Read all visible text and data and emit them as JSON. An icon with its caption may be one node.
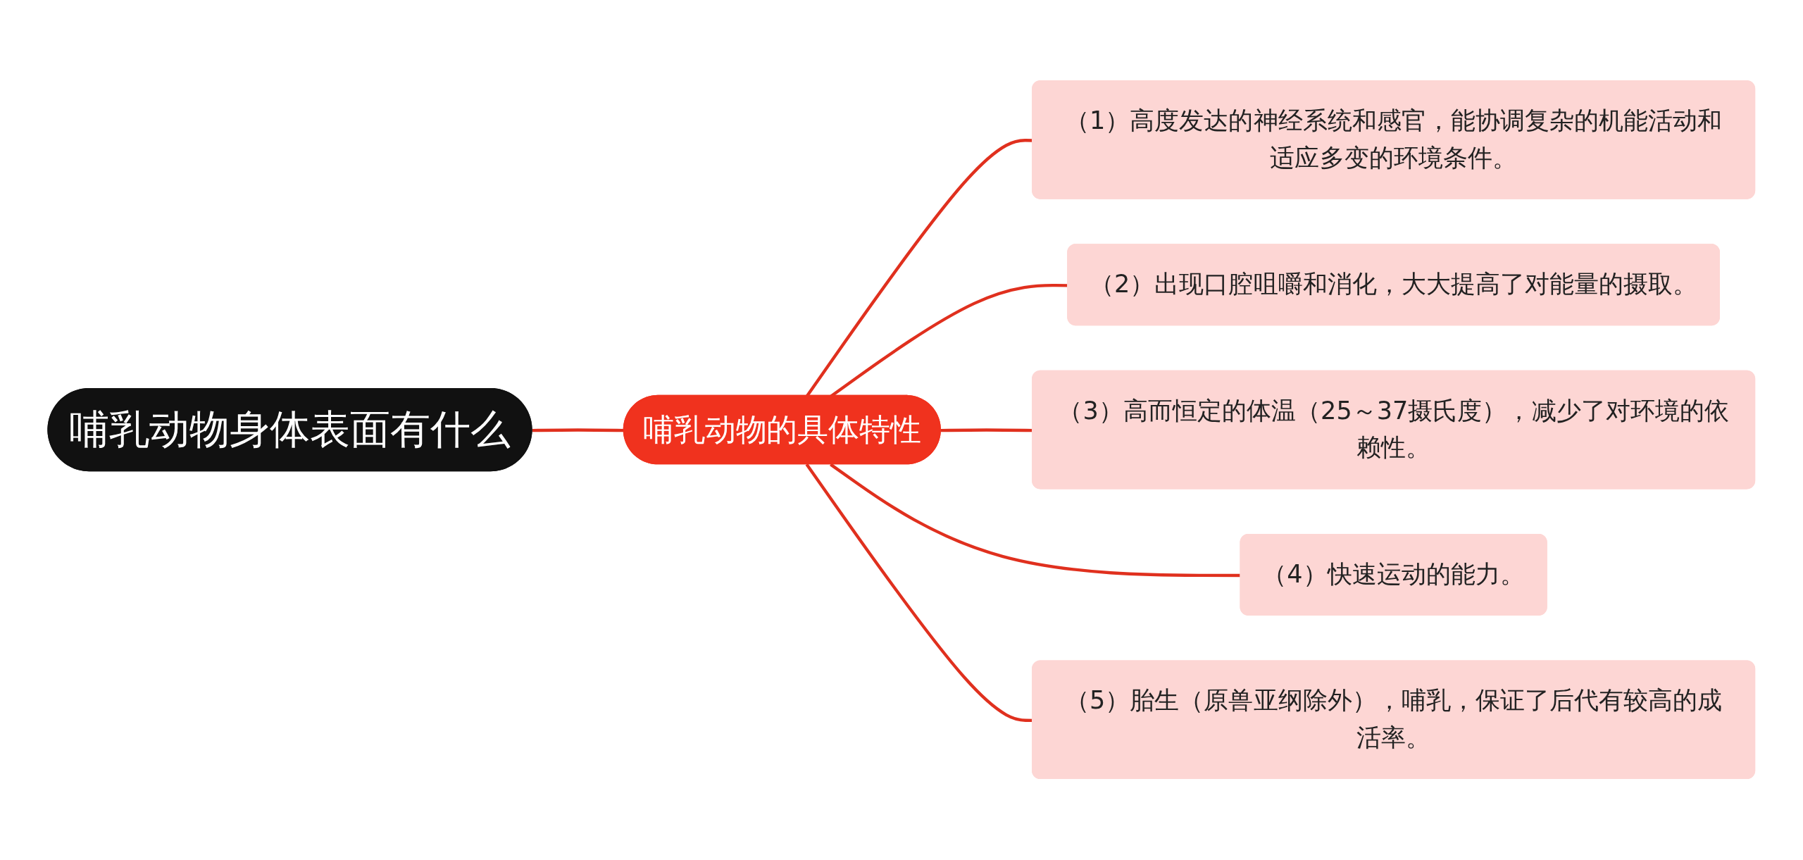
{
  "diagram": {
    "nodes": [
      {
        "text": [
          "哺乳动物身体表面有什么"
        ]
      },
      {
        "text": [
          "哺乳动物的具体特性"
        ]
      },
      {
        "text": [
          "（1）高度发达的神经系统和感官，能协调复杂的机能活动和适应多变的环境条件。"
        ]
      },
      {
        "text": [
          "（2）出现口腔咀嚼和消化，大大提高了对能量的摄取。"
        ]
      },
      {
        "text": [
          "（3）高而恒定的体温（25～37摄氏度），减少了对环境的依赖性。"
        ]
      },
      {
        "text": [
          "（4）快速运动的能力。"
        ]
      },
      {
        "text": [
          "（5）胎生（原兽亚纲除外），哺乳，保证了后代有较高的成活率。"
        ]
      }
    ],
    "edges": [
      {
        "from": 0,
        "to": 1,
        "arrow": "none"
      },
      {
        "from": 1,
        "to": 2,
        "arrow": "none"
      },
      {
        "from": 1,
        "to": 3,
        "arrow": "none"
      },
      {
        "from": 1,
        "to": 4,
        "arrow": "none"
      },
      {
        "from": 1,
        "to": 5,
        "arrow": "none"
      },
      {
        "from": 1,
        "to": 6,
        "arrow": "none"
      }
    ]
  }
}
